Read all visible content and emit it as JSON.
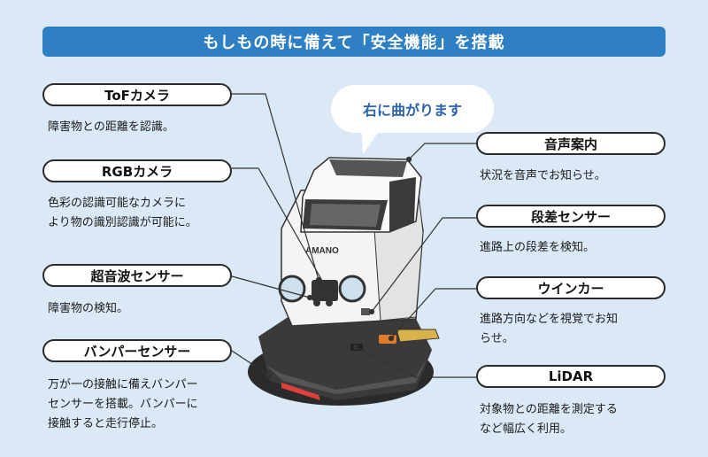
{
  "banner": {
    "title": "もしもの時に備えて「安全機能」を搭載"
  },
  "bubble": {
    "text": "右に曲がります"
  },
  "robot": {
    "brand": "AMANO"
  },
  "left": [
    {
      "label": "ToFカメラ",
      "desc": [
        "障害物との距離を認識。"
      ]
    },
    {
      "label": "RGBカメラ",
      "desc": [
        "色彩の認識可能なカメラに",
        "より物の識別認識が可能に。"
      ]
    },
    {
      "label": "超音波センサー",
      "desc": [
        "障害物の検知。"
      ]
    },
    {
      "label": "バンパーセンサー",
      "desc": [
        "万が一の接触に備えバンパー",
        "センサーを搭載。バンパーに",
        "接触すると走行停止。"
      ]
    }
  ],
  "right": [
    {
      "label": "音声案内",
      "desc": [
        "状況を音声でお知らせ。"
      ]
    },
    {
      "label": "段差センサー",
      "desc": [
        "進路上の段差を検知。"
      ]
    },
    {
      "label": "ウインカー",
      "desc": [
        "進路方向などを視覚でお知",
        "らせ。"
      ]
    },
    {
      "label": "LiDAR",
      "desc": [
        "対象物との距離を測定する",
        "など幅広く利用。"
      ]
    }
  ],
  "colors": {
    "banner": "#2f7fc4",
    "background": "#dbe8f5",
    "bubble_text": "#2b63b0",
    "accent_red": "#e0403a"
  }
}
